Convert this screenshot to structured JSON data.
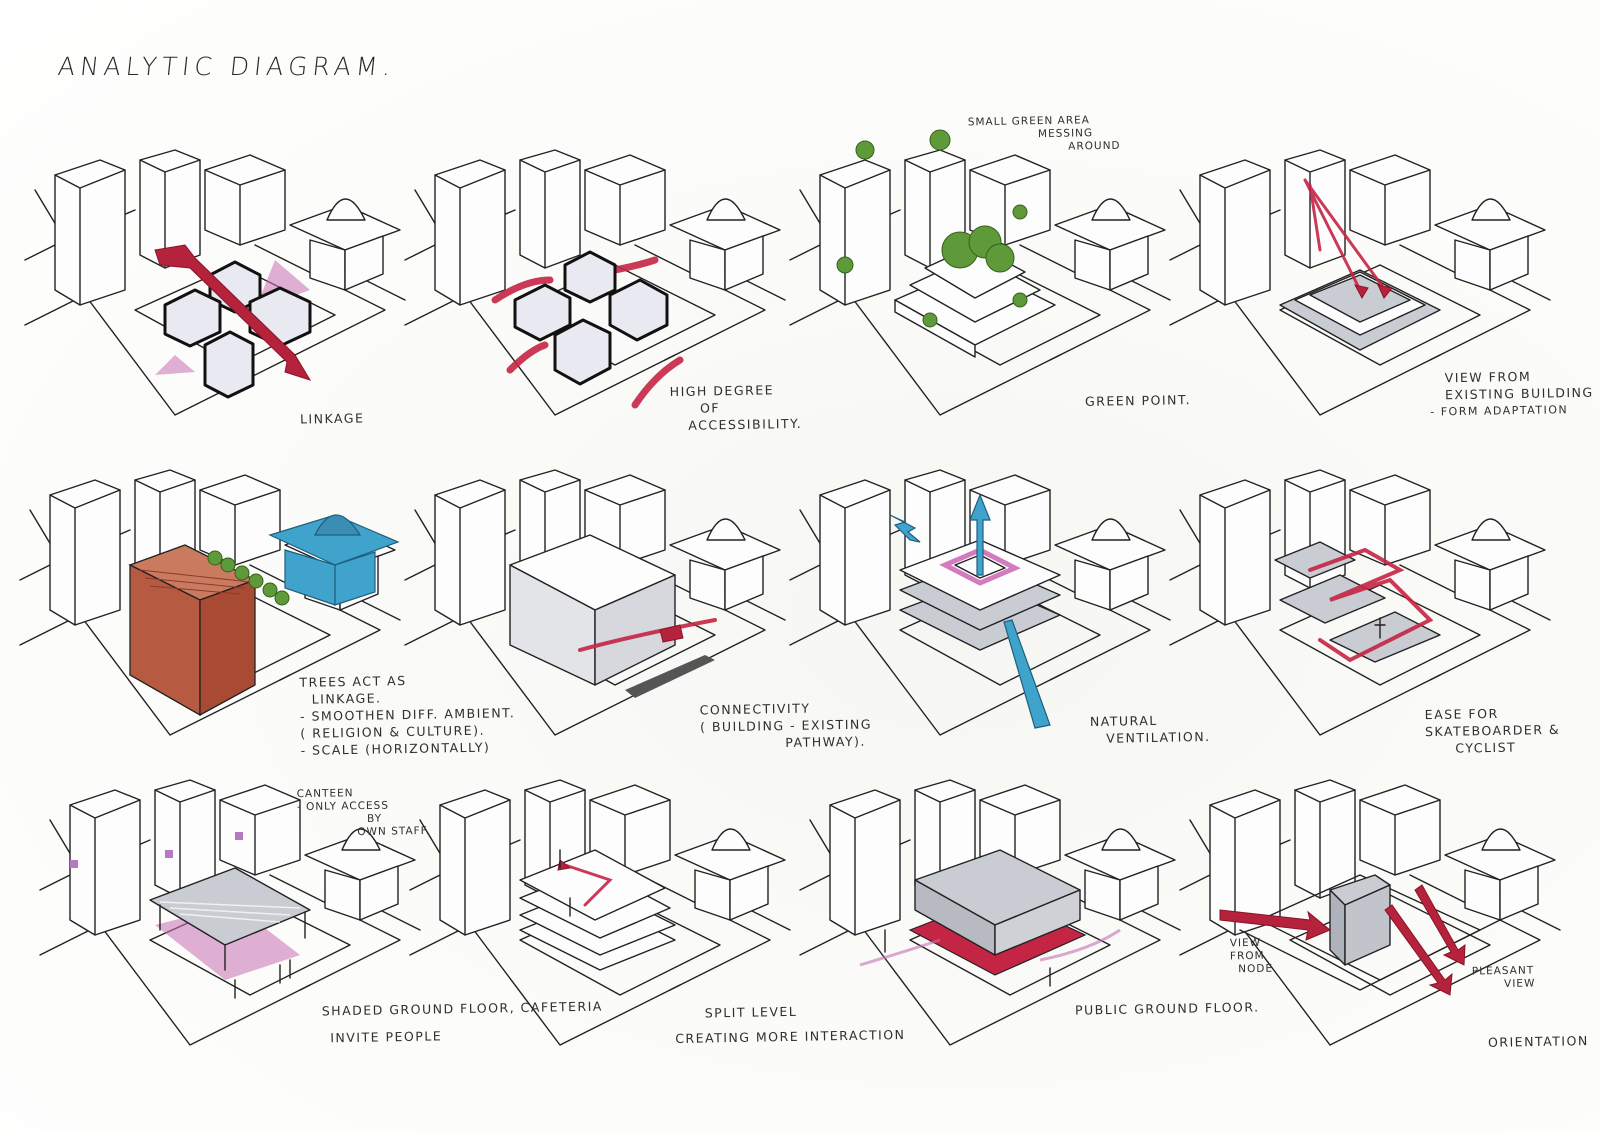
{
  "title": "ANALYTIC DIAGRAM.",
  "colors": {
    "ink": "#222222",
    "accent_red": "#b5223c",
    "accent_pink": "#c56fb0",
    "accent_blue": "#3fa3cc",
    "tree_green": "#5f9a3a",
    "brick": "#b65a42",
    "grey_wash": "#c9ccd2"
  },
  "panels": [
    {
      "id": 1,
      "row": 1,
      "col": 1,
      "caption": [
        "LINKAGE"
      ],
      "notes": []
    },
    {
      "id": 2,
      "row": 1,
      "col": 2,
      "caption": [
        "HIGH DEGREE",
        "OF",
        "ACCESSIBILITY."
      ],
      "notes": []
    },
    {
      "id": 3,
      "row": 1,
      "col": 3,
      "caption": [
        "GREEN POINT."
      ],
      "notes": [
        "SMALL GREEN AREA",
        "MESSING",
        "AROUND"
      ]
    },
    {
      "id": 4,
      "row": 1,
      "col": 4,
      "caption": [
        "VIEW FROM",
        "EXISTING BUILDING",
        "- FORM ADAPTATION"
      ],
      "notes": []
    },
    {
      "id": 5,
      "row": 2,
      "col": 1,
      "caption": [
        "TREES ACT AS",
        "LINKAGE.",
        "- SMOOTHEN DIFF. AMBIENT.",
        "( RELIGION & CULTURE).",
        "- SCALE (HORIZONTALLY)"
      ],
      "notes": []
    },
    {
      "id": 6,
      "row": 2,
      "col": 2,
      "caption": [
        "CONNECTIVITY",
        "( BUILDING - EXISTING",
        "PATHWAY)."
      ],
      "notes": []
    },
    {
      "id": 7,
      "row": 2,
      "col": 3,
      "caption": [
        "NATURAL",
        "VENTILATION."
      ],
      "notes": []
    },
    {
      "id": 8,
      "row": 2,
      "col": 4,
      "caption": [
        "EASE FOR",
        "SKATEBOARDER &",
        "CYCLIST"
      ],
      "notes": []
    },
    {
      "id": 9,
      "row": 3,
      "col": 1,
      "caption": [
        "SHADED GROUND FLOOR, CAFETERIA",
        "INVITE PEOPLE"
      ],
      "notes": [
        "CANTEEN",
        "- ONLY ACCESS",
        "BY",
        "OWN STAFF."
      ]
    },
    {
      "id": 10,
      "row": 3,
      "col": 2,
      "caption": [
        "SPLIT LEVEL",
        "CREATING MORE INTERACTION"
      ],
      "notes": []
    },
    {
      "id": 11,
      "row": 3,
      "col": 3,
      "caption": [
        "PUBLIC GROUND FLOOR."
      ],
      "notes": []
    },
    {
      "id": 12,
      "row": 3,
      "col": 4,
      "caption": [
        "ORIENTATION"
      ],
      "notes": [
        "VIEW",
        "FROM",
        "NODE",
        "PLEASANT",
        "VIEW"
      ]
    }
  ]
}
